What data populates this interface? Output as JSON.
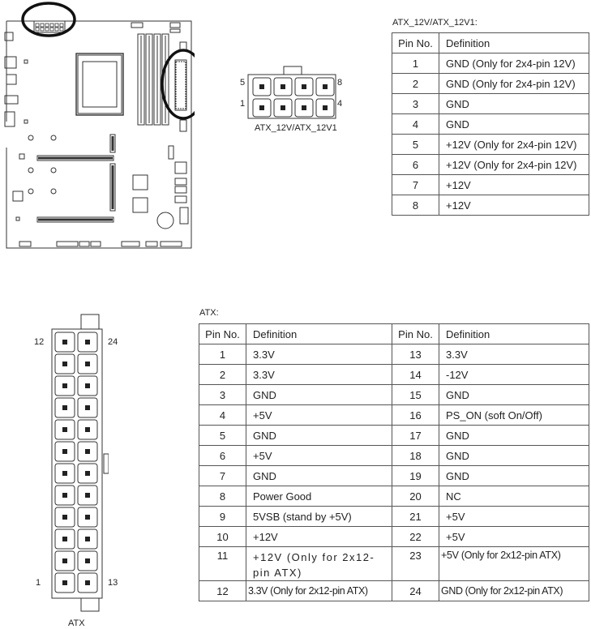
{
  "atx12v": {
    "title": "ATX_12V/ATX_12V1:",
    "connector_label": "ATX_12V/ATX_12V1",
    "corner_labels": {
      "top_left": "5",
      "top_right": "8",
      "bottom_left": "1",
      "bottom_right": "4"
    },
    "headers": {
      "pin": "Pin No.",
      "definition": "Definition"
    },
    "rows": [
      {
        "pin": "1",
        "definition": "GND (Only for 2x4-pin 12V)"
      },
      {
        "pin": "2",
        "definition": "GND (Only for 2x4-pin 12V)"
      },
      {
        "pin": "3",
        "definition": "GND"
      },
      {
        "pin": "4",
        "definition": "GND"
      },
      {
        "pin": "5",
        "definition": "+12V (Only for 2x4-pin 12V)"
      },
      {
        "pin": "6",
        "definition": "+12V (Only for 2x4-pin 12V)"
      },
      {
        "pin": "7",
        "definition": "+12V"
      },
      {
        "pin": "8",
        "definition": "+12V"
      }
    ]
  },
  "atx": {
    "title": "ATX:",
    "connector_label": "ATX",
    "corner_labels": {
      "top_left": "12",
      "top_right": "24",
      "bottom_left": "1",
      "bottom_right": "13"
    },
    "headers": {
      "pin": "Pin No.",
      "definition": "Definition",
      "pin2": "Pin No.",
      "definition2": "Definition"
    },
    "rows": [
      {
        "pin": "1",
        "definition": "3.3V",
        "pin2": "13",
        "definition2": "3.3V"
      },
      {
        "pin": "2",
        "definition": "3.3V",
        "pin2": "14",
        "definition2": "-12V"
      },
      {
        "pin": "3",
        "definition": "GND",
        "pin2": "15",
        "definition2": "GND"
      },
      {
        "pin": "4",
        "definition": "+5V",
        "pin2": "16",
        "definition2": "PS_ON (soft On/Off)"
      },
      {
        "pin": "5",
        "definition": "GND",
        "pin2": "17",
        "definition2": "GND"
      },
      {
        "pin": "6",
        "definition": "+5V",
        "pin2": "18",
        "definition2": "GND"
      },
      {
        "pin": "7",
        "definition": "GND",
        "pin2": "19",
        "definition2": "GND"
      },
      {
        "pin": "8",
        "definition": "Power Good",
        "pin2": "20",
        "definition2": "NC"
      },
      {
        "pin": "9",
        "definition": "5VSB (stand by +5V)",
        "pin2": "21",
        "definition2": "+5V"
      },
      {
        "pin": "10",
        "definition": "+12V",
        "pin2": "22",
        "definition2": "+5V"
      },
      {
        "pin": "11",
        "definition": "+12V (Only for 2x12-pin ATX)",
        "pin2": "23",
        "definition2": "+5V (Only for 2x12-pin ATX)"
      },
      {
        "pin": "12",
        "definition": "3.3V (Only for 2x12-pin ATX)",
        "pin2": "24",
        "definition2": "GND (Only for 2x12-pin ATX)"
      }
    ]
  }
}
